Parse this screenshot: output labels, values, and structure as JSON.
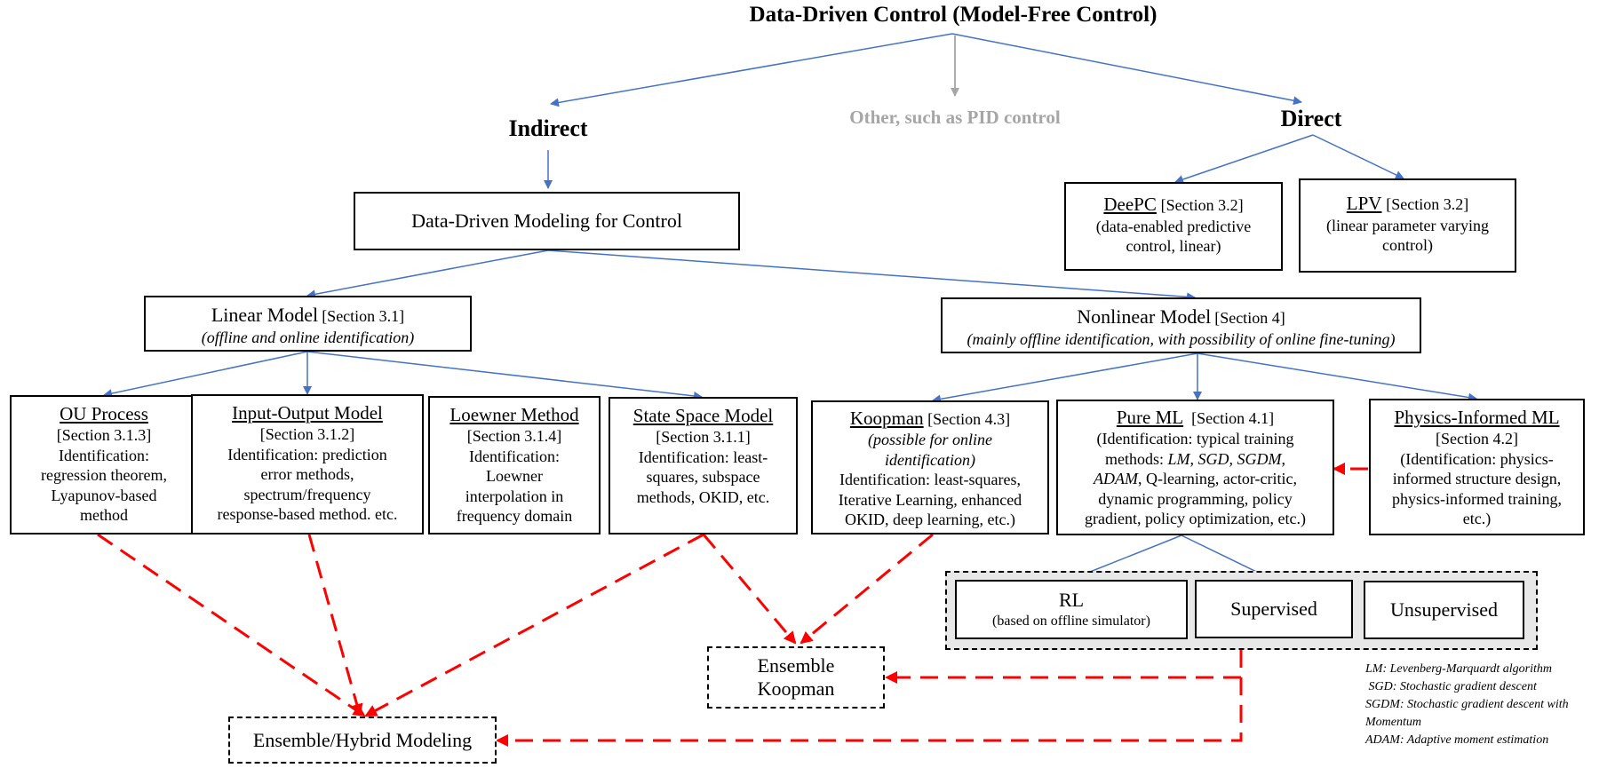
{
  "title": "Data-Driven Control (Model-Free Control)",
  "branches": {
    "indirect": "Indirect",
    "other": "Other, such as PID control",
    "direct": "Direct"
  },
  "direct_methods": {
    "deepc": {
      "name": "DeePC",
      "section": "[Section 3.2]",
      "line1": "(data-enabled predictive",
      "line2": "control, linear)"
    },
    "lpv": {
      "name": "LPV",
      "section": "[Section 3.2]",
      "line1": "(linear parameter varying",
      "line2": "control)"
    }
  },
  "modeling": "Data-Driven Modeling for Control",
  "linear_model": {
    "name": "Linear Model",
    "section": "[Section 3.1]",
    "note": "(offline and online identification)"
  },
  "nonlinear_model": {
    "name": "Nonlinear Model",
    "section": "[Section 4]",
    "note": "(mainly offline identification, with possibility of online fine-tuning)"
  },
  "linear_methods": {
    "ou": {
      "name": "OU Process",
      "lines": [
        "[Section 3.1.3]",
        "Identification:",
        "regression theorem,",
        "Lyapunov-based",
        "method"
      ]
    },
    "io": {
      "name": "Input-Output Model",
      "lines": [
        "[Section 3.1.2]",
        "Identification: prediction",
        "error methods,",
        "spectrum/frequency",
        "response-based method. etc."
      ]
    },
    "loewner": {
      "name": "Loewner Method",
      "lines": [
        "[Section 3.1.4]",
        "Identification:",
        "Loewner",
        "interpolation in",
        "frequency domain"
      ]
    },
    "ss": {
      "name": "State Space Model",
      "lines": [
        "[Section 3.1.1]",
        "Identification: least-",
        "squares, subspace",
        "methods, OKID,  etc."
      ]
    }
  },
  "nonlinear_methods": {
    "koopman": {
      "name": "Koopman",
      "section": "[Section 4.3]",
      "note1": "(possible for online",
      "note2": "identification)",
      "lines": [
        "Identification: least-squares,",
        "Iterative Learning, enhanced",
        "OKID, deep learning, etc.)"
      ]
    },
    "pureml": {
      "name": "Pure ML",
      "section": "[Section 4.1]",
      "line1": "(Identification: typical training",
      "line2_pre": "methods: ",
      "line2_it": "LM, SGD, SGDM,",
      "line3_it": "ADAM",
      "line3_post": ", Q-learning, actor-critic,",
      "line4": "dynamic programming, policy",
      "line5": "gradient, policy optimization, etc.)"
    },
    "piml": {
      "name": "Physics-Informed ML",
      "lines": [
        "[Section 4.2]",
        "(Identification: physics-",
        "informed structure design,",
        "physics-informed training,",
        "etc.)"
      ]
    }
  },
  "ml_types": {
    "rl": "RL",
    "rl_note": "(based on offline simulator)",
    "supervised": "Supervised",
    "unsupervised": "Unsupervised"
  },
  "ensembles": {
    "koopman_line1": "Ensemble",
    "koopman_line2": "Koopman",
    "hybrid": "Ensemble/Hybrid Modeling"
  },
  "footnotes": [
    "LM: Levenberg-Marquardt algorithm",
    " SGD: Stochastic gradient descent",
    "SGDM: Stochastic gradient descent with",
    "Momentum",
    "ADAM: Adaptive moment estimation"
  ],
  "colors": {
    "arrow_blue": "#4472C4",
    "arrow_gray": "#A6A6A6",
    "arrow_red": "#FF0000",
    "other_text": "#A6A6A6",
    "ml_panel": "#E8E8E8"
  }
}
